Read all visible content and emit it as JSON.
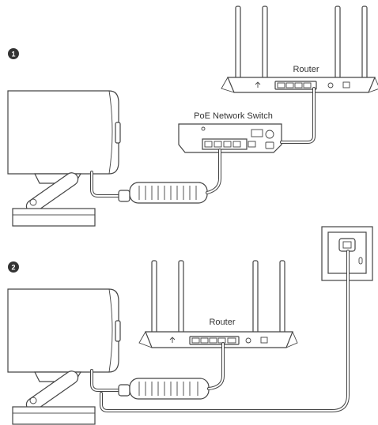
{
  "steps": [
    {
      "number": "1",
      "router_label": "Router",
      "switch_label": "PoE Network Switch"
    },
    {
      "number": "2",
      "router_label": "Router"
    }
  ]
}
